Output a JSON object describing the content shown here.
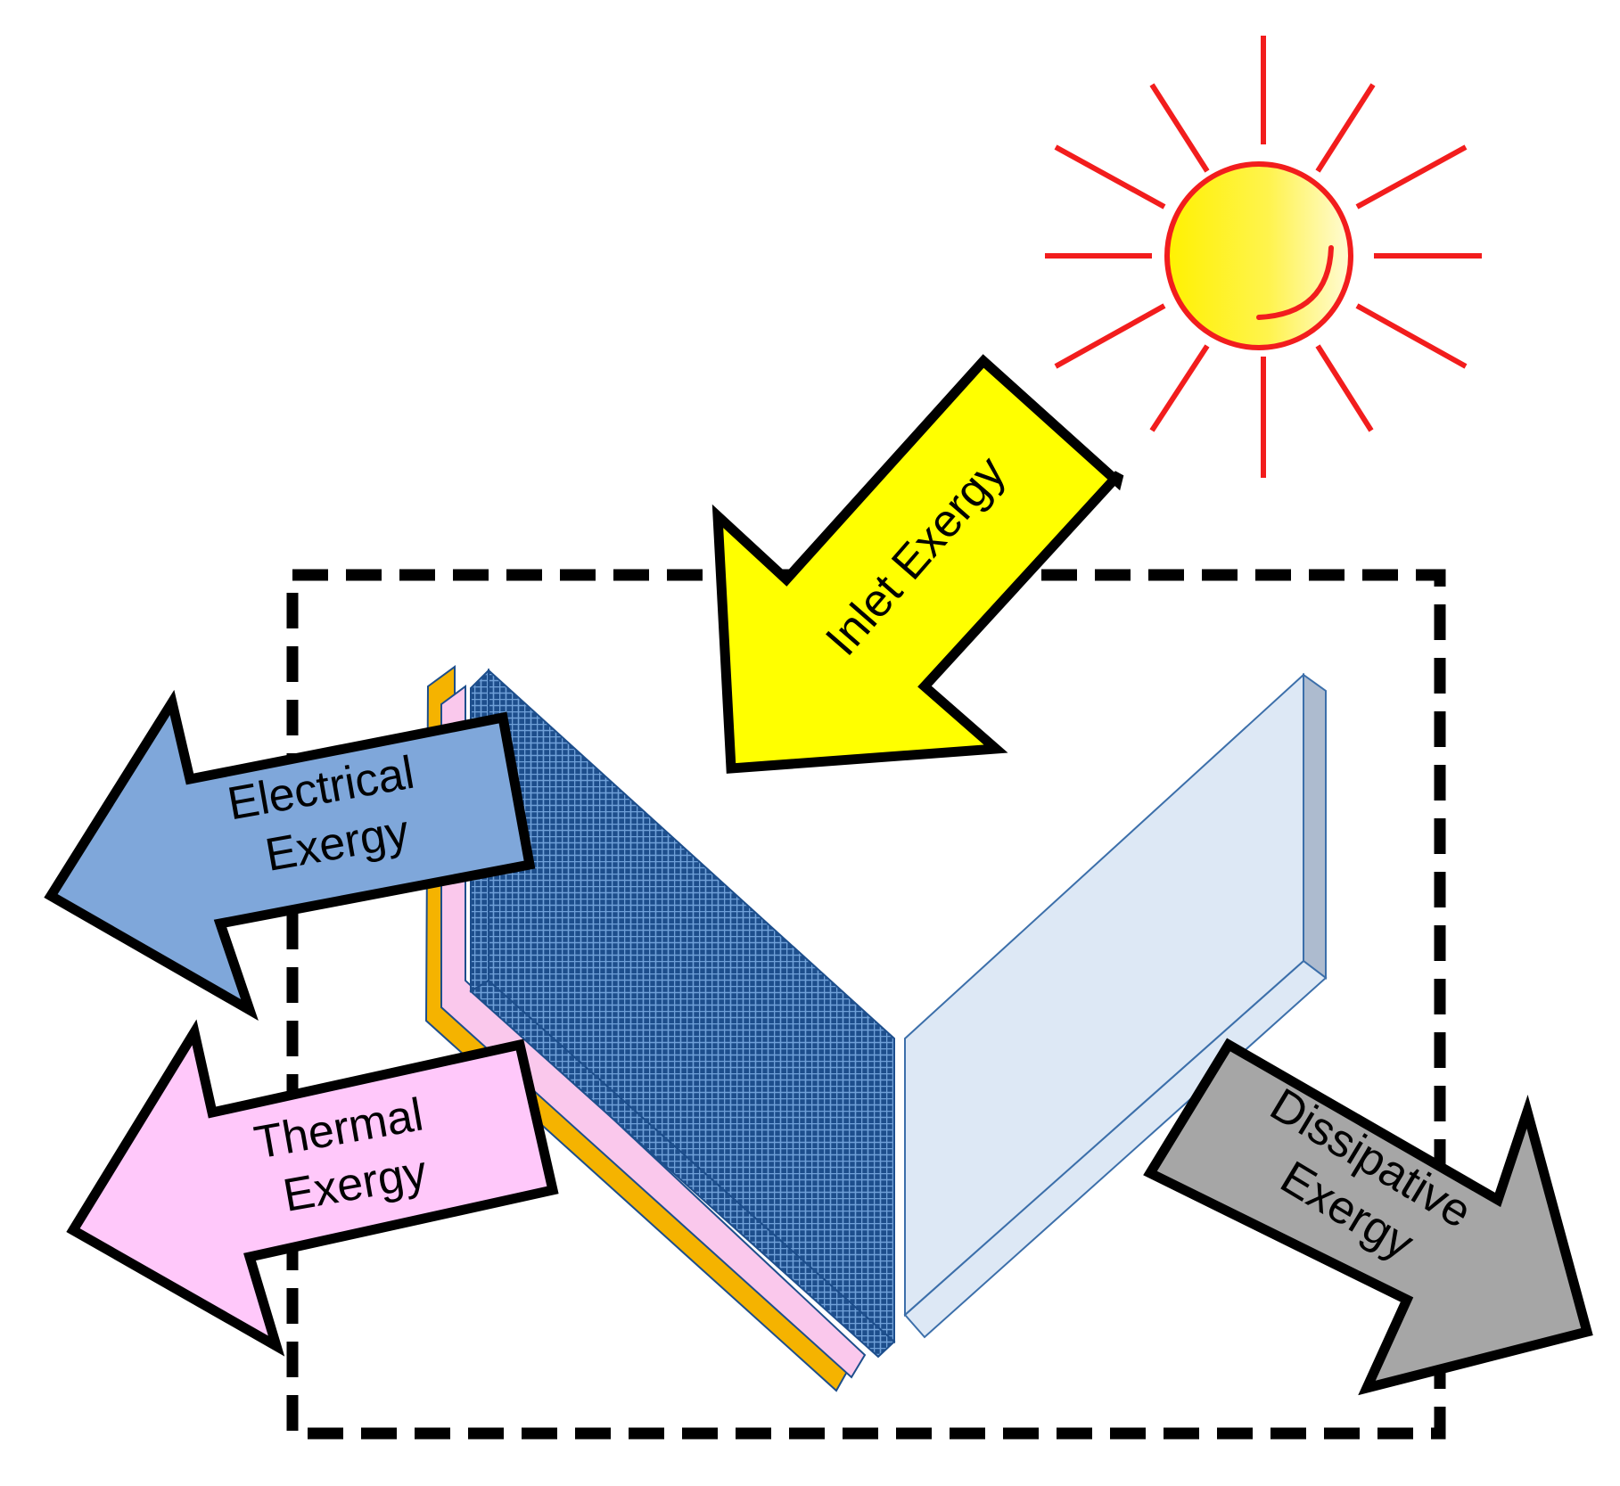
{
  "labels": {
    "inlet": "Inlet Exergy",
    "electrical_line1": "Electrical",
    "electrical_line2": "Exergy",
    "thermal_line1": "Thermal",
    "thermal_line2": "Exergy",
    "dissipative_line1": "Dissipative",
    "dissipative_line2": "Exergy"
  },
  "colors": {
    "sun_fill": "#FFF200",
    "sun_highlight": "#FFFDE8",
    "sun_rays": "#F21D1D",
    "inlet_arrow": "#FFFF00",
    "electrical_arrow": "#7FA7DA",
    "thermal_arrow": "#FFC8FA",
    "dissipative_arrow": "#A6A6A6",
    "pv_panel": "#1D4E8C",
    "pv_grid": "#6FA0D8",
    "pink_layer": "#FAC8EC",
    "orange_layer": "#F5B300",
    "reflector_face": "#DDE8F5",
    "reflector_edge": "#ADBBCF",
    "boundary": "#000000"
  },
  "icons": {
    "sun": "sun-icon"
  }
}
